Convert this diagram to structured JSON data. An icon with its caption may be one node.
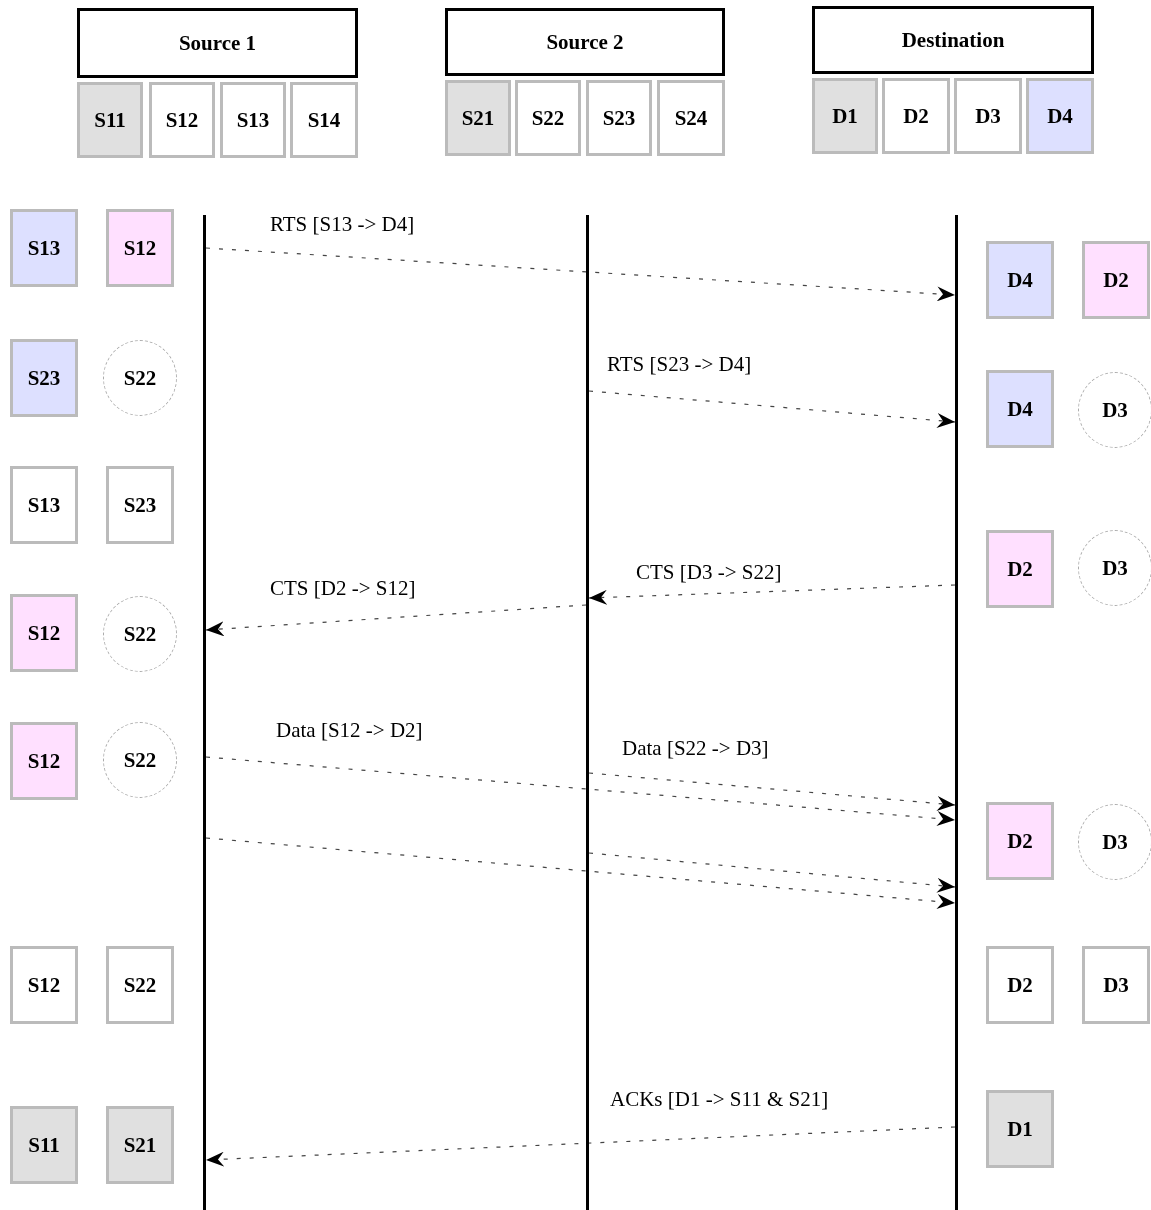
{
  "diagram": {
    "nodes": [
      {
        "text": [
          "Source 1"
        ]
      },
      {
        "text": [
          "S11"
        ]
      },
      {
        "text": [
          "S12"
        ]
      },
      {
        "text": [
          "S13"
        ]
      },
      {
        "text": [
          "S14"
        ]
      },
      {
        "text": [
          "Source 2"
        ]
      },
      {
        "text": [
          "S21"
        ]
      },
      {
        "text": [
          "S22"
        ]
      },
      {
        "text": [
          "S23"
        ]
      },
      {
        "text": [
          "S24"
        ]
      },
      {
        "text": [
          "Destination"
        ]
      },
      {
        "text": [
          "D1"
        ]
      },
      {
        "text": [
          "D2"
        ]
      },
      {
        "text": [
          "D3"
        ]
      },
      {
        "text": [
          "D4"
        ]
      },
      {
        "text": [],
        "shape": "bar"
      },
      {
        "text": [],
        "shape": "bar"
      },
      {
        "text": [],
        "shape": "bar"
      },
      {
        "text": [
          "S13"
        ]
      },
      {
        "text": [
          "S12"
        ]
      },
      {
        "text": [
          "D4"
        ]
      },
      {
        "text": [
          "D2"
        ]
      },
      {
        "text": [
          "S23"
        ]
      },
      {
        "text": [
          "S22"
        ]
      },
      {
        "text": [
          "D4"
        ]
      },
      {
        "text": [
          "D3"
        ]
      },
      {
        "text": [
          "S13"
        ]
      },
      {
        "text": [
          "S23"
        ]
      },
      {
        "text": [
          "D2"
        ]
      },
      {
        "text": [
          "D3"
        ]
      },
      {
        "text": [
          "S12"
        ]
      },
      {
        "text": [
          "S22"
        ]
      },
      {
        "text": [
          "S12"
        ]
      },
      {
        "text": [
          "S22"
        ]
      },
      {
        "text": [
          "D2"
        ]
      },
      {
        "text": [
          "D3"
        ]
      },
      {
        "text": [
          "S12"
        ]
      },
      {
        "text": [
          "S22"
        ]
      },
      {
        "text": [
          "D2"
        ]
      },
      {
        "text": [
          "D3"
        ]
      },
      {
        "text": [
          "D1"
        ]
      },
      {
        "text": [
          "S11"
        ]
      },
      {
        "text": [
          "S21"
        ]
      }
    ],
    "edges": [
      {
        "from": 15,
        "to": 17,
        "arrow": "to",
        "label": "RTS [S13 -> D4]",
        "style": "dashed"
      },
      {
        "from": 16,
        "to": 17,
        "arrow": "to",
        "label": "RTS [S23 -> D4]",
        "style": "dashed"
      },
      {
        "from": 17,
        "to": 16,
        "arrow": "to",
        "label": "CTS [D3 -> S22]",
        "style": "dashed"
      },
      {
        "from": 16,
        "to": 15,
        "arrow": "to",
        "label": "CTS [D2 -> S12]",
        "style": "dashed"
      },
      {
        "from": 15,
        "to": 17,
        "arrow": "to",
        "label": "Data [S12 -> D2]",
        "style": "dashed"
      },
      {
        "from": 16,
        "to": 17,
        "arrow": "to",
        "label": "Data [S22 -> D3]",
        "style": "dashed"
      },
      {
        "from": 15,
        "to": 17,
        "arrow": "to",
        "style": "dashed"
      },
      {
        "from": 16,
        "to": 17,
        "arrow": "to",
        "style": "dashed"
      },
      {
        "from": 17,
        "to": 15,
        "arrow": "to",
        "label": "ACKs [D1 -> S11 & S21]",
        "style": "dashed"
      }
    ]
  }
}
